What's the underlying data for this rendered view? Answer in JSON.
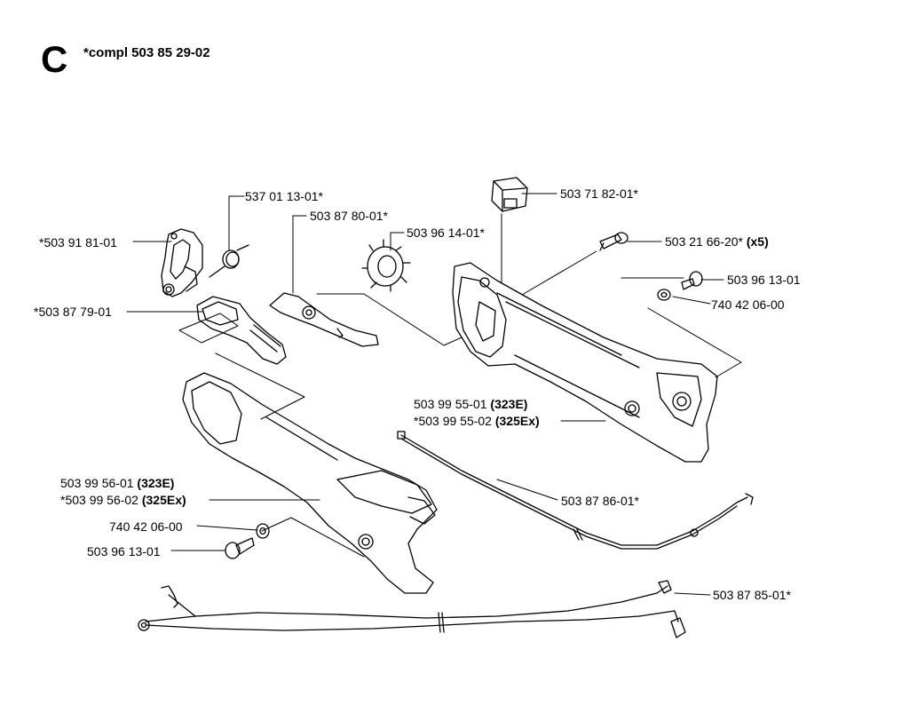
{
  "section_letter": "C",
  "compl_note": "*compl 503 85 29-02",
  "labels": {
    "p537_01_13": "537 01 13-01*",
    "p503_87_80": "503 87 80-01*",
    "p503_96_14": "503 96 14-01*",
    "p503_91_81": "*503 91 81-01",
    "p503_87_79": "*503 87 79-01",
    "p503_71_82": "503 71 82-01*",
    "p503_21_66": "503 21 66-20*",
    "p503_21_66_qty": "(x5)",
    "p503_96_13_a": "503 96 13-01",
    "p740_42_06_a": "740 42 06-00",
    "p503_99_55_01": "503 99 55-01",
    "p503_99_55_01_model": "(323E)",
    "p503_99_55_02": "*503 99 55-02",
    "p503_99_55_02_model": "(325Ex)",
    "p503_99_56_01": "503 99 56-01",
    "p503_99_56_01_model": "(323E)",
    "p503_99_56_02": "*503 99 56-02",
    "p503_99_56_02_model": "(325Ex)",
    "p740_42_06_b": "740 42 06-00",
    "p503_96_13_b": "503 96 13-01",
    "p503_87_86": "503 87 86-01*",
    "p503_87_85": "503 87 85-01*"
  }
}
